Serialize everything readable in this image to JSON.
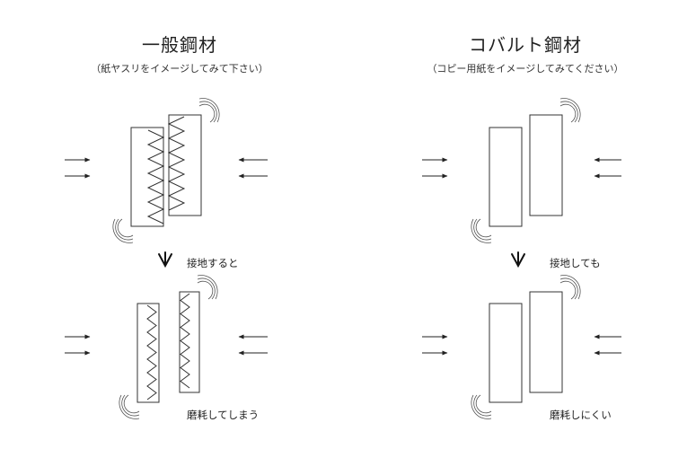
{
  "left": {
    "title": "一般鋼材",
    "subtitle": "（紙ヤスリをイメージしてみて下さい）",
    "contact_label": "接地すると",
    "result_label": "磨耗してしまう"
  },
  "right": {
    "title": "コバルト鋼材",
    "subtitle": "（コピー用紙をイメージしてみてください）",
    "contact_label": "接地しても",
    "result_label": "磨耗しにくい"
  },
  "icons": {
    "force_arrow": "arrow-right",
    "transition_arrow": "arrow-down",
    "vibration": "vibration-lines"
  }
}
